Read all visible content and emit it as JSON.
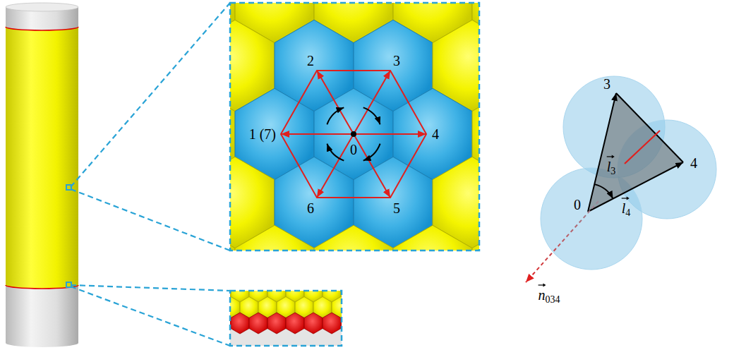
{
  "diagram": {
    "labels": [
      "2",
      "3",
      "1 (7)",
      "4",
      "0",
      "6",
      "5",
      "3",
      "4",
      "0",
      "l3",
      "l4",
      "n034"
    ]
  }
}
